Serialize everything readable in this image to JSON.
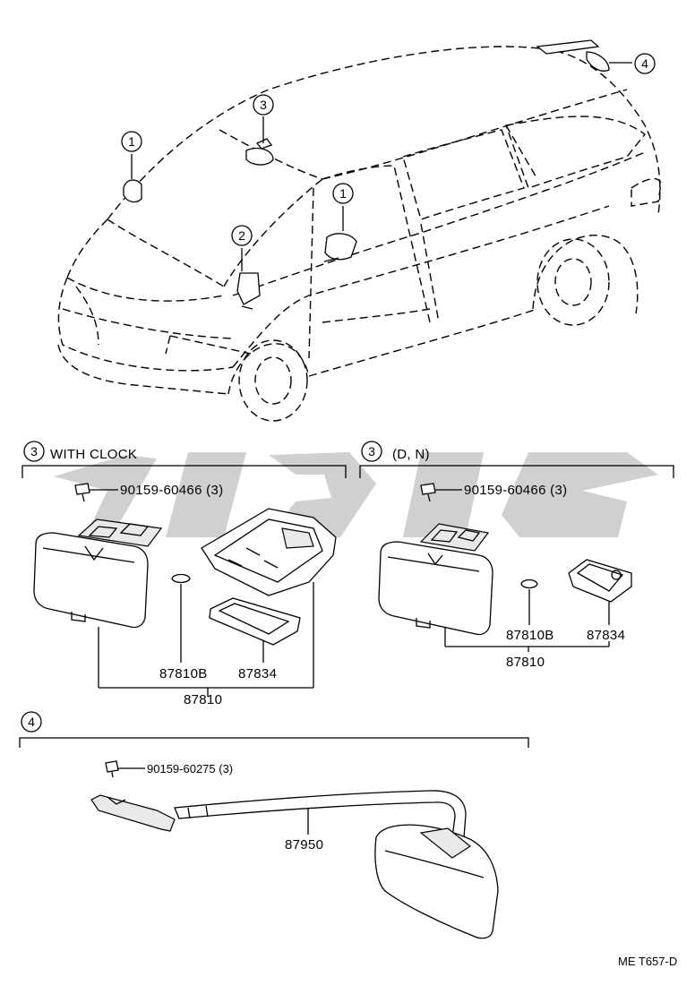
{
  "callouts": {
    "c1": "1",
    "c2": "2",
    "c3": "3",
    "c4": "4"
  },
  "sections": {
    "with_clock": {
      "number": "3",
      "title": "WITH CLOCK",
      "screw_label": "90159-60466 (3)",
      "bulb_label": "87810B",
      "lens_label": "87834",
      "assembly_label": "87810"
    },
    "dn": {
      "number": "3",
      "title": "(D, N)",
      "screw_label": "90159-60466 (3)",
      "bulb_label": "87810B",
      "lens_label": "87834",
      "assembly_label": "87810"
    },
    "mirror": {
      "number": "4",
      "screw_label": "90159-60275 (3)",
      "mirror_label": "87950"
    }
  },
  "footer_code": "ME T657-D"
}
